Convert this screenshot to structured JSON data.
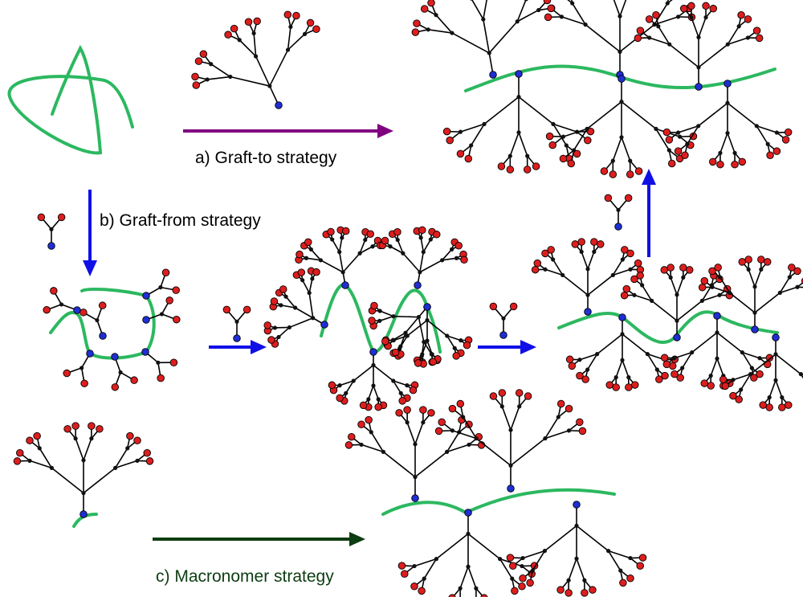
{
  "diagram": {
    "labels": {
      "graft_to": "a) Graft-to strategy",
      "graft_from": "b) Graft-from strategy",
      "macronomer": "c) Macronomer strategy"
    },
    "colors": {
      "polymer_backbone": "#2cb860",
      "anchor_node": "#1f2fd4",
      "end_group": "#dd1e1e",
      "branch_node": "#111111",
      "bond": "#000000",
      "graft_to_arrow": "#800080",
      "graft_from_arrow": "#1010e6",
      "macronomer_arrow": "#0d3d12",
      "macronomer_text": "#0d3d12"
    },
    "icons": {
      "dendron": "dendron-icon",
      "monomer": "branching-monomer-icon",
      "backbone": "polymer-backbone-icon"
    }
  }
}
